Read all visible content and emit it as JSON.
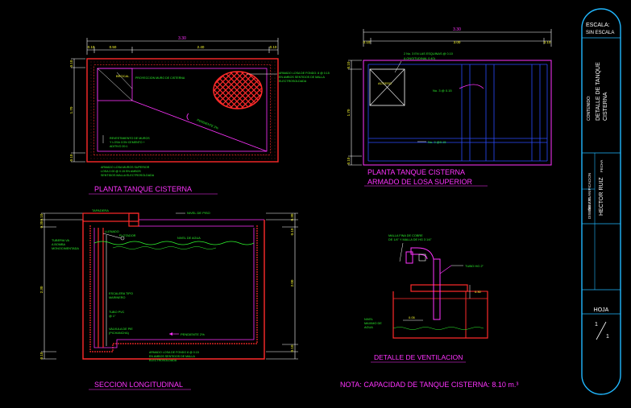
{
  "colors": {
    "background": "#000000",
    "white": "#ffffff",
    "red": "#ff2a2a",
    "green": "#2ef52e",
    "yellow": "#ffff33",
    "magenta": "#ff33ff",
    "blue": "#2a4bff",
    "cyan": "#21b8ff"
  },
  "plan": {
    "title": "PLANTA TANQUE CISTERNA",
    "overall_width": "3.30",
    "dims_top": [
      "0.10",
      "0.50",
      "2.40",
      "0.10"
    ],
    "dims_left": [
      "0.10",
      "1.70",
      "0.10"
    ],
    "label_brocal": "BROCAL",
    "label_proyeccion": "PROYECCION MURO DE CISTERNA",
    "label_pendiente": "PENDIENTE 2%",
    "label_armado": [
      "ARMADO LOSA DE FONDO: 8 @ 0.15",
      "EN AMBOS SENTIDOS DE MALLA",
      "ELECTROSOLDADA"
    ],
    "label_revestimiento": [
      "REVESTIMIENTO DE MUROS",
      "Y LOSA CON CEMENTO +",
      "ADITIVO 20:1"
    ],
    "label_ajuste": [
      "ARMADO LOSA MUROS SUPERIOR",
      "LOSA 2.00 @ 0.15 EN AMBOS",
      "SENTIDOS MALLA ELECTROSOLDADA"
    ]
  },
  "slab": {
    "title_1": "PLANTA TANQUE CISTERNA",
    "title_2": "ARMADO DE LOSA SUPERIOR",
    "overall_width": "3.30",
    "dims_top": [
      "0.10",
      "3.00",
      "0.10"
    ],
    "dims_left": [
      "0.10",
      "1.70",
      "0.10"
    ],
    "label_acceso": "ACCESO",
    "label_esquinas": [
      "2 No. 3 EN LAS ESQUINAS @ 0.10",
      "(LONGITUDINAL 0.40)"
    ],
    "label_n3": "No. 3 @ 0.15",
    "label_n3b": "No. 3 @0.15"
  },
  "section": {
    "title": "SECCION LONGITUDINAL",
    "dims_left": [
      "0.10",
      "0.35",
      "2.30",
      "0.10"
    ],
    "dims_right": [
      "0.30",
      "0.10",
      "2.00",
      "0.10"
    ],
    "label_tapadera": "TAPADERA",
    "label_nivel_piso": "NIVEL DE PISO",
    "label_tuberia": [
      "TUBERIA VA",
      "A BOMBA",
      "MONOCIMENTADA"
    ],
    "label_llenado": "LLENADO",
    "label_flotador": "FLOTADOR",
    "label_nivel_agua": "NIVEL DE AGUA",
    "label_escalera": [
      "ESCALERA TIPO",
      "MARINERO"
    ],
    "label_tubo_pvc": [
      "TUBO PVC",
      "@ 1\""
    ],
    "label_valvula": [
      "VALVULA DE PIE",
      "(PICHANCHA)"
    ],
    "label_pendiente": "PENDIENTE 2%",
    "label_armado": [
      "ARMADO LOSA DE FONDO 8 @ 0.15",
      "EN AMBOS SENTIDOS DE MALLA",
      "ELECTROSOLDADA"
    ]
  },
  "vent": {
    "title": "DETALLE DE VENTILACION",
    "label_malla": [
      "MALLA FINA DE COBRE",
      "DE 1/4\" Y MALLA DE HG 3 1/4\""
    ],
    "label_tubo": "TUBO HG 2\"",
    "dim_1": "0.30",
    "dim_2": "0.05",
    "label_nivel": [
      "NIVEL",
      "MAXIMO DE",
      "AGUA"
    ]
  },
  "note": "NOTA: CAPACIDAD DE TANQUE CISTERNA: 8.10 m.³",
  "titleblock": {
    "escala_label": "ESCALA:",
    "escala_value": "SIN ESCALA",
    "contenido_label": "CONTENIDO:",
    "contenido_1": "DETALLE DE TANQUE",
    "contenido_2": "CISTERNA",
    "diseno": "DISEÑO Y PLANIFICACION",
    "fecha": "FECHA",
    "dibujo_label": "DIBUJO",
    "dibujo_name": "HECTOR RUIZ",
    "hoja_label": "HOJA",
    "hoja_num": "1",
    "hoja_total": "1"
  }
}
